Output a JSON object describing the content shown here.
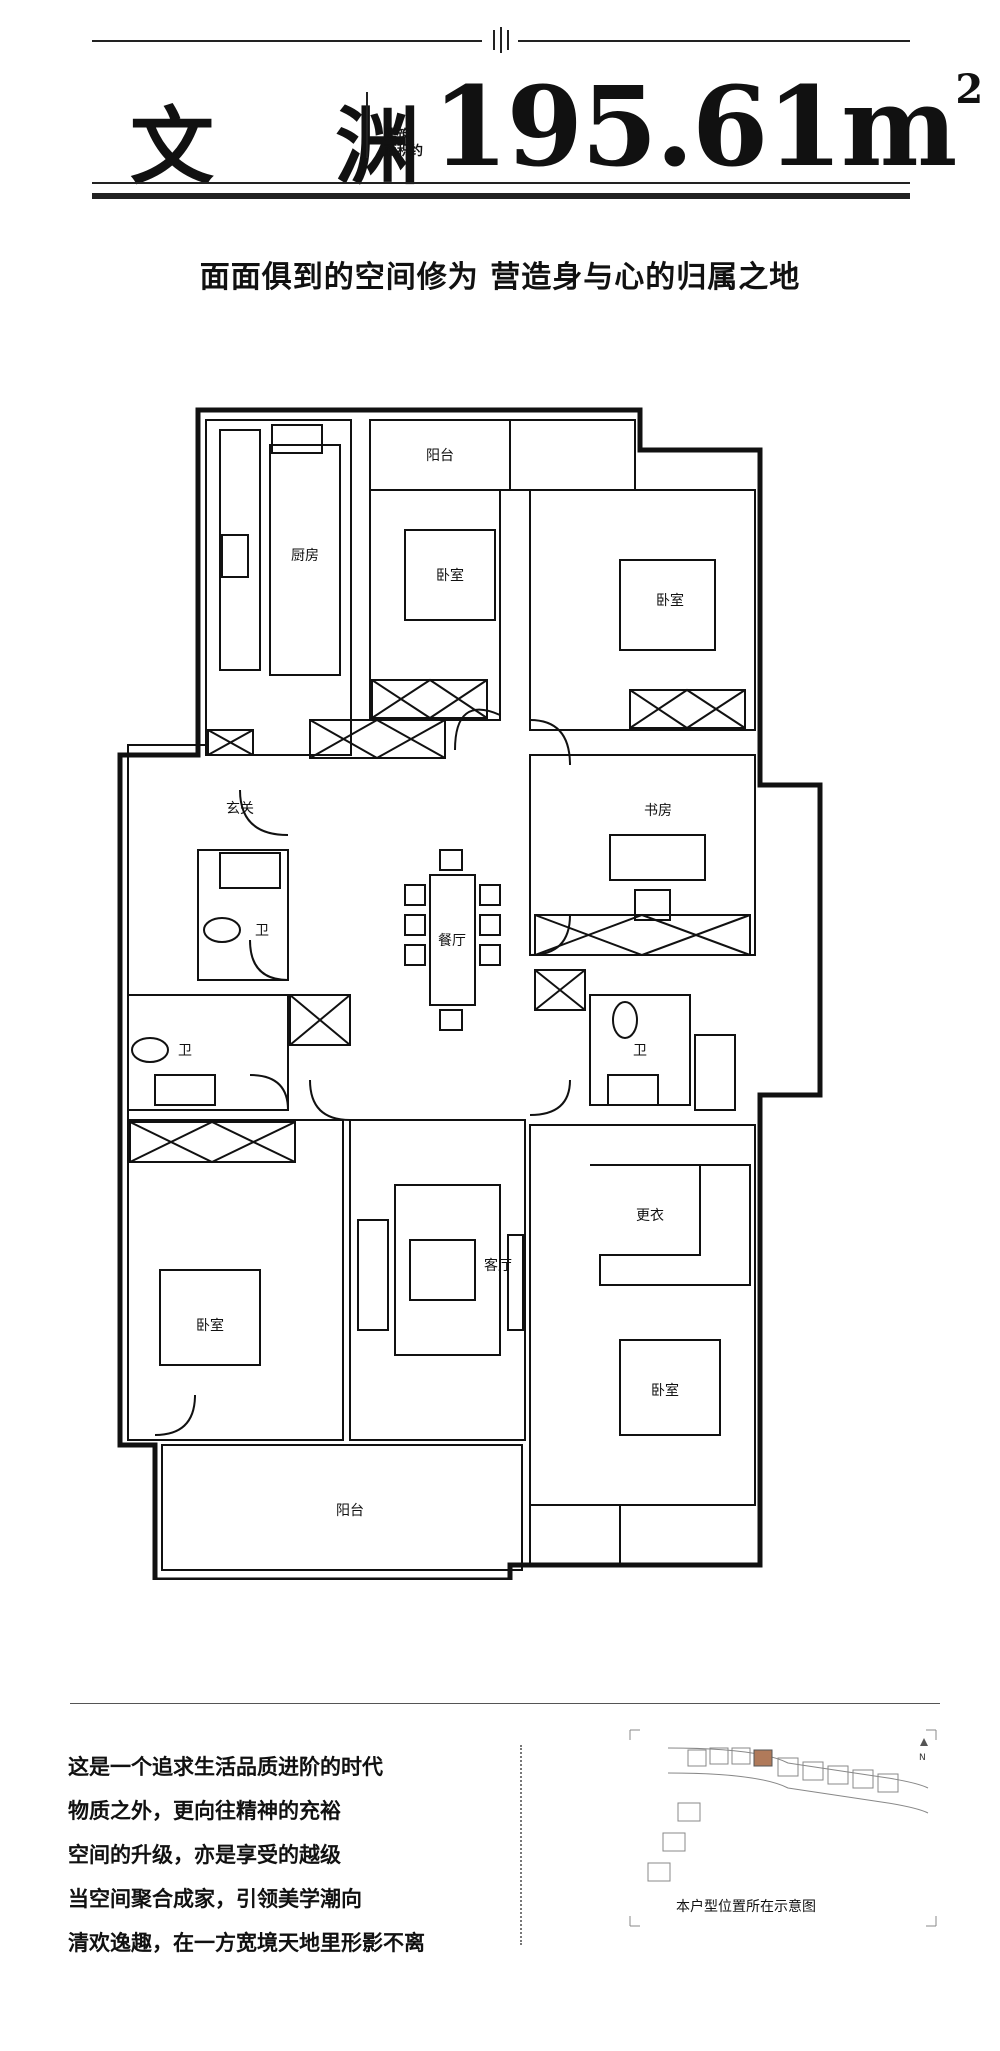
{
  "header": {
    "name": "文 渊",
    "area_label_line1": "建筑",
    "area_label_line2": "面积约",
    "area_value": "195.61m",
    "area_unit_sup": "2"
  },
  "tagline": "面面俱到的空间修为 营造身与心的归属之地",
  "rooms": {
    "balcony_top": "阳台",
    "kitchen": "厨房",
    "bedroom_1": "卧室",
    "bedroom_2": "卧室",
    "entry": "玄关",
    "study": "书房",
    "dining": "餐厅",
    "bath_1": "卫",
    "bath_2": "卫",
    "bath_3": "卫",
    "cloakroom": "更衣",
    "living": "客厅",
    "bedroom_3": "卧室",
    "bedroom_4": "卧室",
    "balcony_bottom": "阳台"
  },
  "description": [
    "这是一个追求生活品质进阶的时代",
    "物质之外，更向往精神的充裕",
    "空间的升级，亦是享受的越级",
    "当空间聚合成家，引领美学潮向",
    "清欢逸趣，在一方宽境天地里形影不离"
  ],
  "site_map": {
    "north_label": "N",
    "caption": "本户型位置所在示意图",
    "highlight_color": "#b07a5a"
  }
}
